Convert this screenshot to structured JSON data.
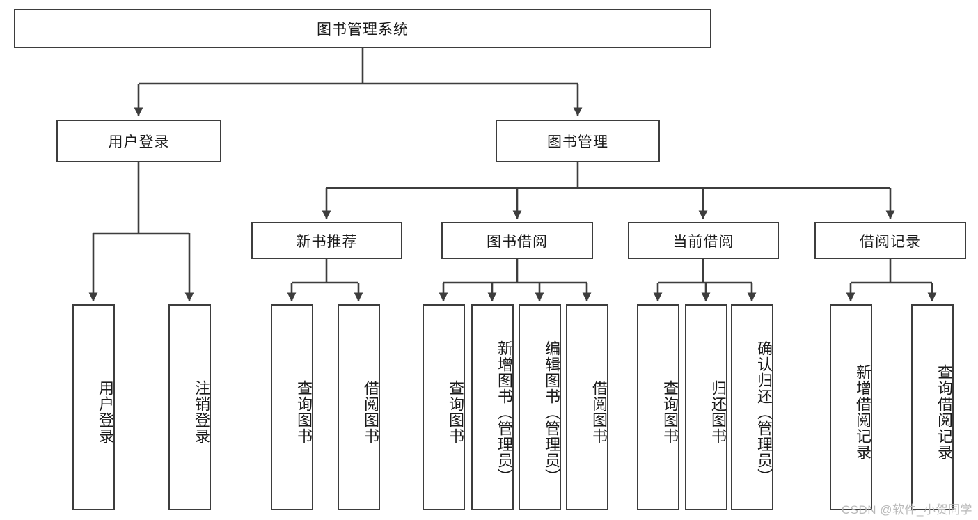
{
  "diagram": {
    "type": "tree-hierarchy",
    "title": "图书管理系统",
    "watermark": "CSDN @软件_小贺同学",
    "colors": {
      "background": "#ffffff",
      "box_border": "#3d3d3d",
      "box_fill": "#ffffff",
      "edge": "#3d3d3d",
      "text": "#1a1a1a",
      "watermark": "#b9b9b9"
    },
    "root": {
      "label": "图书管理系统"
    },
    "level1": [
      {
        "label": "用户登录"
      },
      {
        "label": "图书管理"
      }
    ],
    "level2": [
      {
        "label": "新书推荐"
      },
      {
        "label": "图书借阅"
      },
      {
        "label": "当前借阅"
      },
      {
        "label": "借阅记录"
      }
    ],
    "leaves": {
      "user_login": [
        {
          "label": "用户登录"
        },
        {
          "label": "注销登录"
        }
      ],
      "new_book_recommend": [
        {
          "label": "查询图书"
        },
        {
          "label": "借阅图书"
        }
      ],
      "book_borrow": [
        {
          "label": "查询图书"
        },
        {
          "label": "新增图书（管理员）"
        },
        {
          "label": "编辑图书（管理员）"
        },
        {
          "label": "借阅图书"
        }
      ],
      "current_borrow": [
        {
          "label": "查询图书"
        },
        {
          "label": "归还图书"
        },
        {
          "label": "确认归还（管理员）"
        }
      ],
      "borrow_record": [
        {
          "label": "新增借阅记录"
        },
        {
          "label": "查询借阅记录"
        }
      ]
    }
  }
}
